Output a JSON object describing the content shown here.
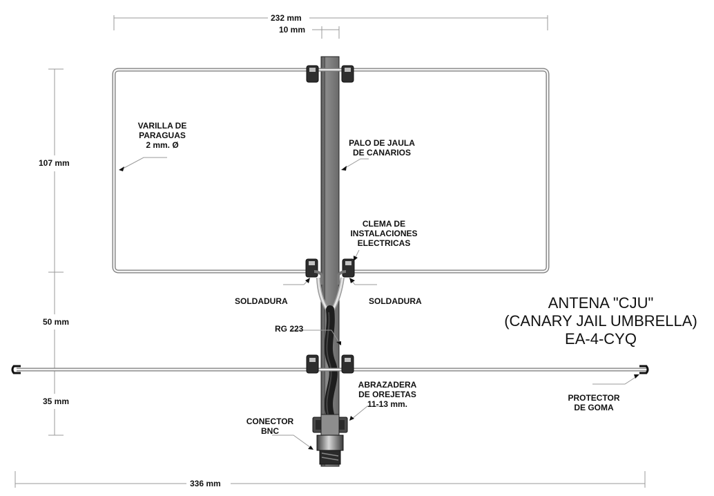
{
  "dimensions": {
    "width_total": "232 mm",
    "mast_width": "10 mm",
    "loop_height": "107 mm",
    "gap_to_radial": "50 mm",
    "below_radial": "35 mm",
    "radial_length": "336 mm"
  },
  "labels": {
    "rod": [
      "VARILLA DE",
      "PARAGUAS",
      "2 mm. Ø"
    ],
    "mast": [
      "PALO DE JAULA",
      "DE CANARIOS"
    ],
    "terminal": [
      "CLEMA DE",
      "INSTALACIONES",
      "ELECTRICAS"
    ],
    "solder_left": "SOLDADURA",
    "solder_right": "SOLDADURA",
    "coax": "RG 223",
    "clamp": [
      "ABRAZADERA",
      "DE OREJETAS",
      "11-13 mm."
    ],
    "connector": [
      "CONECTOR",
      "BNC"
    ],
    "rubber": [
      "PROTECTOR",
      "DE GOMA"
    ]
  },
  "title": {
    "line1": "ANTENA \"CJU\"",
    "line2": "(CANARY JAIL UMBRELLA)",
    "line3": "EA-4-CYQ"
  },
  "colors": {
    "mast_fill": "#7d7d7d",
    "mast_shadow": "#4a4a4a",
    "rod": "#9a9a9a",
    "cable": "#262626",
    "ink": "#111111"
  }
}
